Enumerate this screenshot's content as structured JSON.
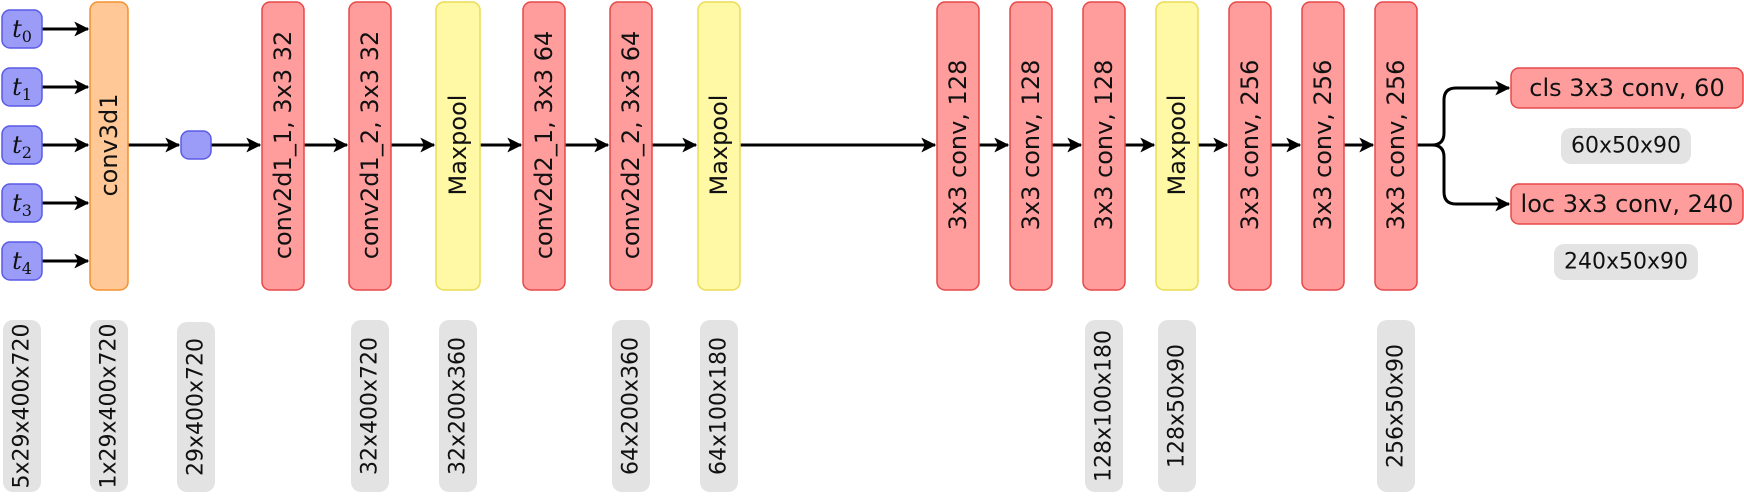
{
  "colors": {
    "input": "#9a9cf8",
    "input_stroke": "#5a5ae6",
    "conv3d": "#ffc896",
    "conv3d_stroke": "#f2922f",
    "conv": "#ff9d9d",
    "conv_stroke": "#e84848",
    "pool": "#fff9a6",
    "pool_stroke": "#ecdc55",
    "dim": "#e3e3e3",
    "edge": "#000000"
  },
  "inputs": [
    {
      "name": "t",
      "sub": "0"
    },
    {
      "name": "t",
      "sub": "1"
    },
    {
      "name": "t",
      "sub": "2"
    },
    {
      "name": "t",
      "sub": "3"
    },
    {
      "name": "t",
      "sub": "4"
    }
  ],
  "conv3d": {
    "label": "conv3d1"
  },
  "layers": [
    {
      "id": "conv2d1-1",
      "kind": "conv",
      "label": "conv2d1_1, 3x3 32"
    },
    {
      "id": "conv2d1-2",
      "kind": "conv",
      "label": "conv2d1_2, 3x3 32"
    },
    {
      "id": "maxpool-1",
      "kind": "pool",
      "label": "Maxpool"
    },
    {
      "id": "conv2d2-1",
      "kind": "conv",
      "label": "conv2d2_1, 3x3 64"
    },
    {
      "id": "conv2d2-2",
      "kind": "conv",
      "label": "conv2d2_2, 3x3 64"
    },
    {
      "id": "maxpool-2",
      "kind": "pool",
      "label": "Maxpool"
    },
    {
      "id": "conv-128-a",
      "kind": "conv",
      "label": "3x3 conv, 128"
    },
    {
      "id": "conv-128-b",
      "kind": "conv",
      "label": "3x3 conv, 128"
    },
    {
      "id": "conv-128-c",
      "kind": "conv",
      "label": "3x3 conv, 128"
    },
    {
      "id": "maxpool-3",
      "kind": "pool",
      "label": "Maxpool"
    },
    {
      "id": "conv-256-a",
      "kind": "conv",
      "label": "3x3 conv, 256"
    },
    {
      "id": "conv-256-b",
      "kind": "conv",
      "label": "3x3 conv, 256"
    },
    {
      "id": "conv-256-c",
      "kind": "conv",
      "label": "3x3 conv, 256"
    }
  ],
  "heads": [
    {
      "id": "cls",
      "label": "cls 3x3 conv, 60",
      "dim": "60x50x90"
    },
    {
      "id": "loc",
      "label": "loc 3x3 conv, 240",
      "dim": "240x50x90"
    }
  ],
  "dims": [
    {
      "id": "input",
      "text": "5x29x400x720"
    },
    {
      "id": "conv3d",
      "text": "1x29x400x720"
    },
    {
      "id": "squeeze",
      "text": "29x400x720"
    },
    {
      "id": "conv2d1-2",
      "text": "32x400x720"
    },
    {
      "id": "maxpool-1",
      "text": "32x200x360"
    },
    {
      "id": "conv2d2-2",
      "text": "64x200x360"
    },
    {
      "id": "maxpool-2",
      "text": "64x100x180"
    },
    {
      "id": "conv-128-c",
      "text": "128x100x180"
    },
    {
      "id": "maxpool-3",
      "text": "128x50x90"
    },
    {
      "id": "conv-256-c",
      "text": "256x50x90"
    }
  ]
}
